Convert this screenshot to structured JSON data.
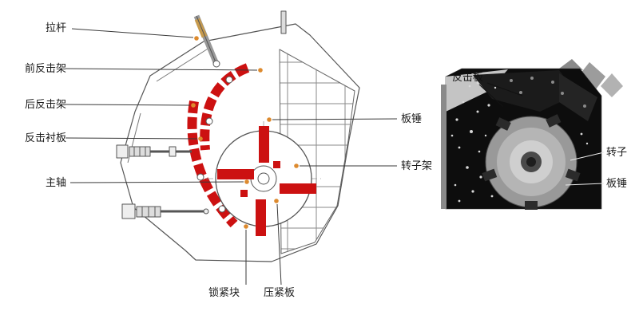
{
  "figure": {
    "type": "impact-crusher-structure-diagram",
    "left_schematic": {
      "labels": {
        "tie_rod": "拉杆",
        "front_impact_frame": "前反击架",
        "rear_impact_frame": "后反击架",
        "impact_liner_plate": "反击衬板",
        "main_shaft": "主轴",
        "blow_bar": "板锤",
        "rotor_frame": "转子架",
        "locking_block": "锁紧块",
        "pressing_plate": "压紧板"
      }
    },
    "right_photo": {
      "labels": {
        "impact_plate": "反击板",
        "rotor": "转子",
        "blow_bar": "板锤"
      }
    },
    "colors": {
      "highlight_red": "#cc1111",
      "leader_dot_orange": "#dd8a2e",
      "line_gray": "#3a3a3a",
      "photo_background": "#0d0d0d"
    }
  }
}
